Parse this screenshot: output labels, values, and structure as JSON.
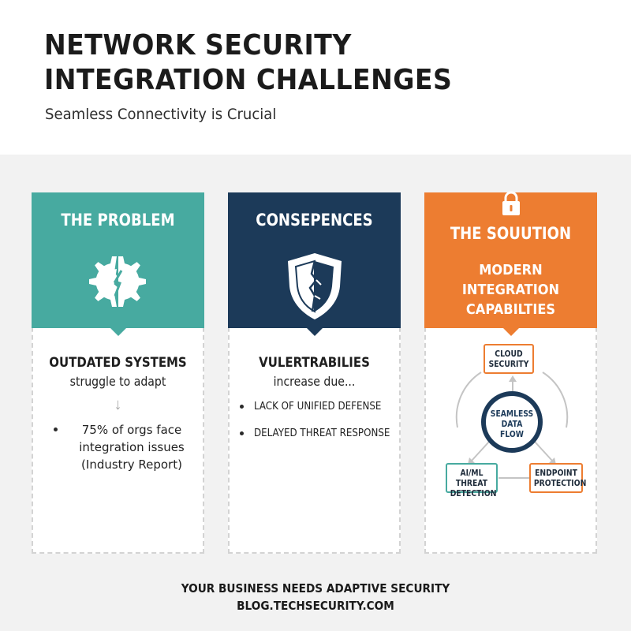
{
  "header": {
    "title_line1": "NETWORK SECURITY",
    "title_line2": "INTEGRATION CHALLENGES",
    "subtitle": "Seamless Connectivity is Crucial"
  },
  "cards": {
    "problem": {
      "title": "THE PROBLEM",
      "icon": "broken-gear-icon",
      "color": "#47aaa0",
      "heading": "OUTDATED SYSTEMS",
      "subheading": "struggle to adapt",
      "stat": "75% of orgs face integration issues (Industry Report)"
    },
    "consequences": {
      "title": "CONSEPENCES",
      "icon": "cracked-shield-icon",
      "color": "#1c3a59",
      "heading": "VULERTRABILIES",
      "subheading": "increase due...",
      "bullets": [
        "LACK OF UNIFIED DEFENSE",
        "DELAYED THREAT RESPONSE"
      ]
    },
    "solution": {
      "title": "THE SOUUTION",
      "icon": "padlock-icon",
      "color": "#ed7d31",
      "sub_line1": "MODERN",
      "sub_line2": "INTEGRATION",
      "sub_line3": "CAPABILTIES",
      "diagram": {
        "hub_line1": "SEAMLESS",
        "hub_line2": "DATA FLOW",
        "node_cloud_line1": "CLOUD",
        "node_cloud_line2": "SECURITY",
        "node_ai_line1": "AI/ML THREAT",
        "node_ai_line2": "DETECTION",
        "node_endpoint_line1": "ENDPOINT",
        "node_endpoint_line2": "PROTECTION"
      }
    }
  },
  "footer": {
    "line1": "YOUR BUSINESS NEEDS ADAPTIVE SECURITY",
    "line2": "BLOG.TECHSECURITY.COM"
  }
}
